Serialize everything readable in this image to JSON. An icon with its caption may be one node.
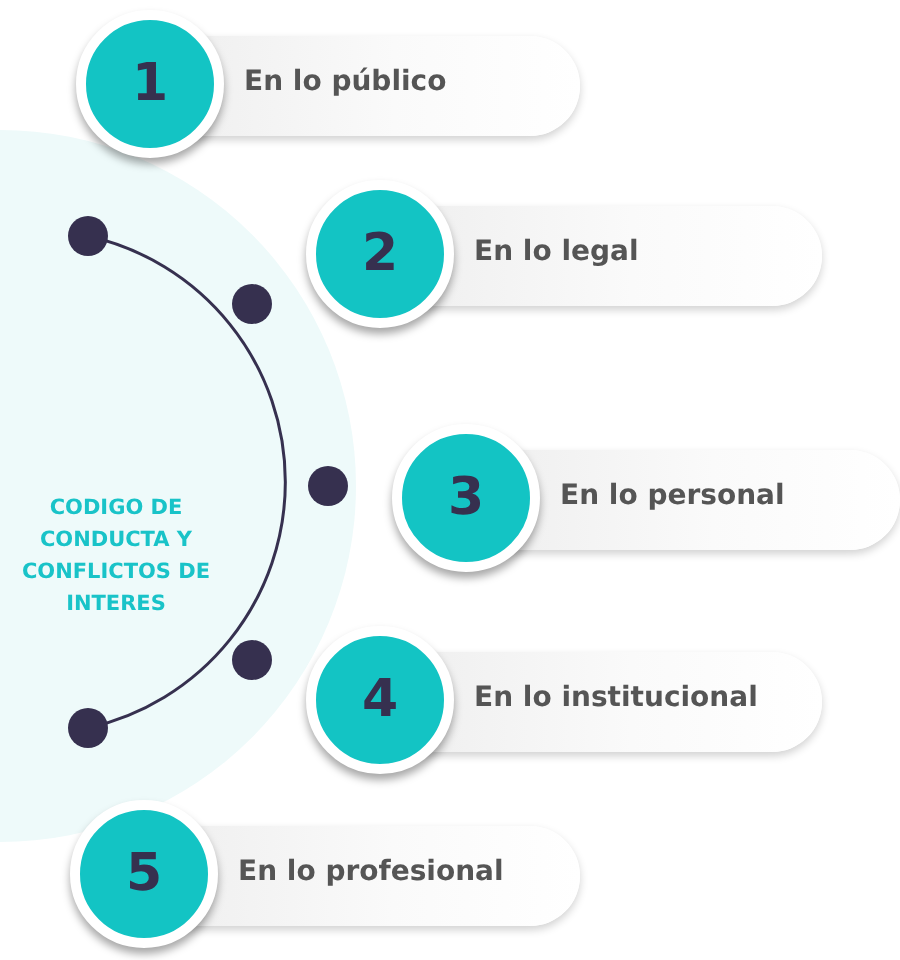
{
  "diagram": {
    "nodes": [
      {
        "text": [
          "1",
          "En lo público"
        ]
      },
      {
        "text": [
          "2",
          "En lo legal"
        ]
      },
      {
        "text": [
          "3",
          "En lo personal"
        ]
      },
      {
        "text": [
          "4",
          "En lo institucional"
        ]
      },
      {
        "text": [
          "5",
          "En lo profesional"
        ]
      }
    ],
    "labels": [
      "CODIGO DE CONDUCTA Y CONFLICTOS DE INTERES"
    ]
  }
}
